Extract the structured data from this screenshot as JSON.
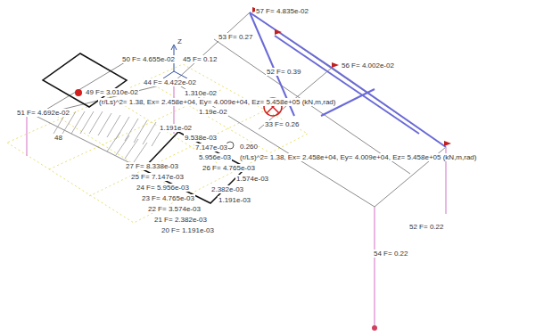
{
  "diagram": {
    "labels": [
      "Z",
      "57 F= 4.835e-02",
      "53 F= 0.27",
      "52 F= 0.39",
      "56 F= 4.002e-02",
      "50 F= 4.655e-02",
      "45 F= 0.12",
      "44 F= 4.422e-02",
      "49 F= 3.010e-02",
      "1.310e-02",
      "(r/Ls)^2= 1.38, Ex= 2.458e+04, Ey= 4.009e+04, Ez= 5.458e+05 (kN,m,rad)",
      "1.19e-02",
      "51 F= 4.692e-02",
      "48",
      "33 F= 0.26",
      "1.191e-02",
      "9.538e-03",
      "7.147e-03",
      "0.260",
      "(r/Ls)^2= 1.38, Ex= 2.458e+04, Ey= 4.009e+04, Ez= 5.458e+05 (kN,m,rad)",
      "5.956e-03",
      "27 F= 8.338e-03",
      "26 F= 4.765e-03",
      "25 F= 7.147e-03",
      "1.574e-03",
      "24 F= 5.956e-03",
      "2.382e-03",
      "23 F= 4.765e-03",
      "1.191e-03",
      "22 F= 3.574e-03",
      "21 F= 2.382e-03",
      "20 F= 1.191e-03",
      "52 F= 0.22",
      "54 F= 0.22"
    ]
  }
}
